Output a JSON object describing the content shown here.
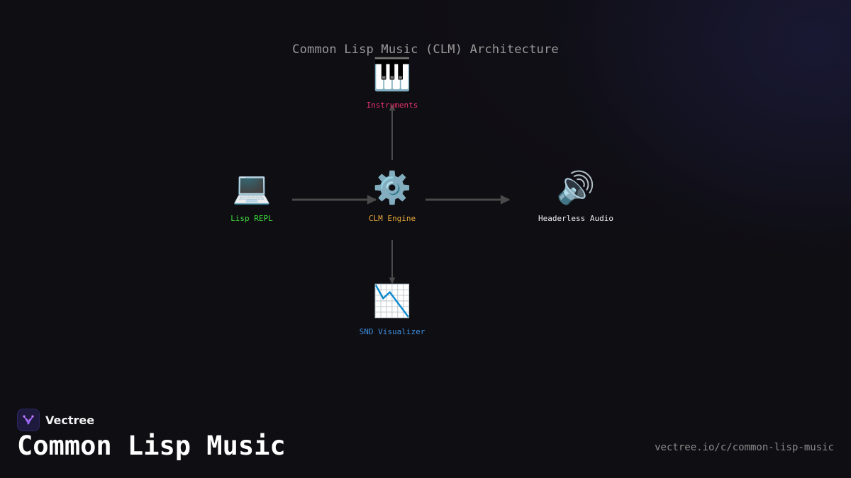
{
  "diagram": {
    "title": "Common Lisp Music (CLM) Architecture",
    "nodes": [
      {
        "id": "instruments",
        "label": "Instruments",
        "icon": "piano-icon",
        "glyph": "🎹",
        "color": "#e8336d"
      },
      {
        "id": "repl",
        "label": "Lisp REPL",
        "icon": "laptop-icon",
        "glyph": "💻",
        "color": "#3ddc3d"
      },
      {
        "id": "engine",
        "label": "CLM Engine",
        "icon": "gear-icon",
        "glyph": "⚙️",
        "color": "#e8a838"
      },
      {
        "id": "audio",
        "label": "Headerless Audio",
        "icon": "speaker-icon",
        "glyph": "🔊",
        "color": "#f0f0f0"
      },
      {
        "id": "visualizer",
        "label": "SND Visualizer",
        "icon": "chart-down-icon",
        "glyph": "📉",
        "color": "#3d8fe0"
      }
    ],
    "edges": [
      {
        "from": "repl",
        "to": "engine"
      },
      {
        "from": "engine",
        "to": "audio"
      },
      {
        "from": "engine",
        "to": "instruments"
      },
      {
        "from": "engine",
        "to": "visualizer"
      }
    ]
  },
  "footer": {
    "brand": "Vectree",
    "title": "Common Lisp Music",
    "url": "vectree.io/c/common-lisp-music"
  }
}
